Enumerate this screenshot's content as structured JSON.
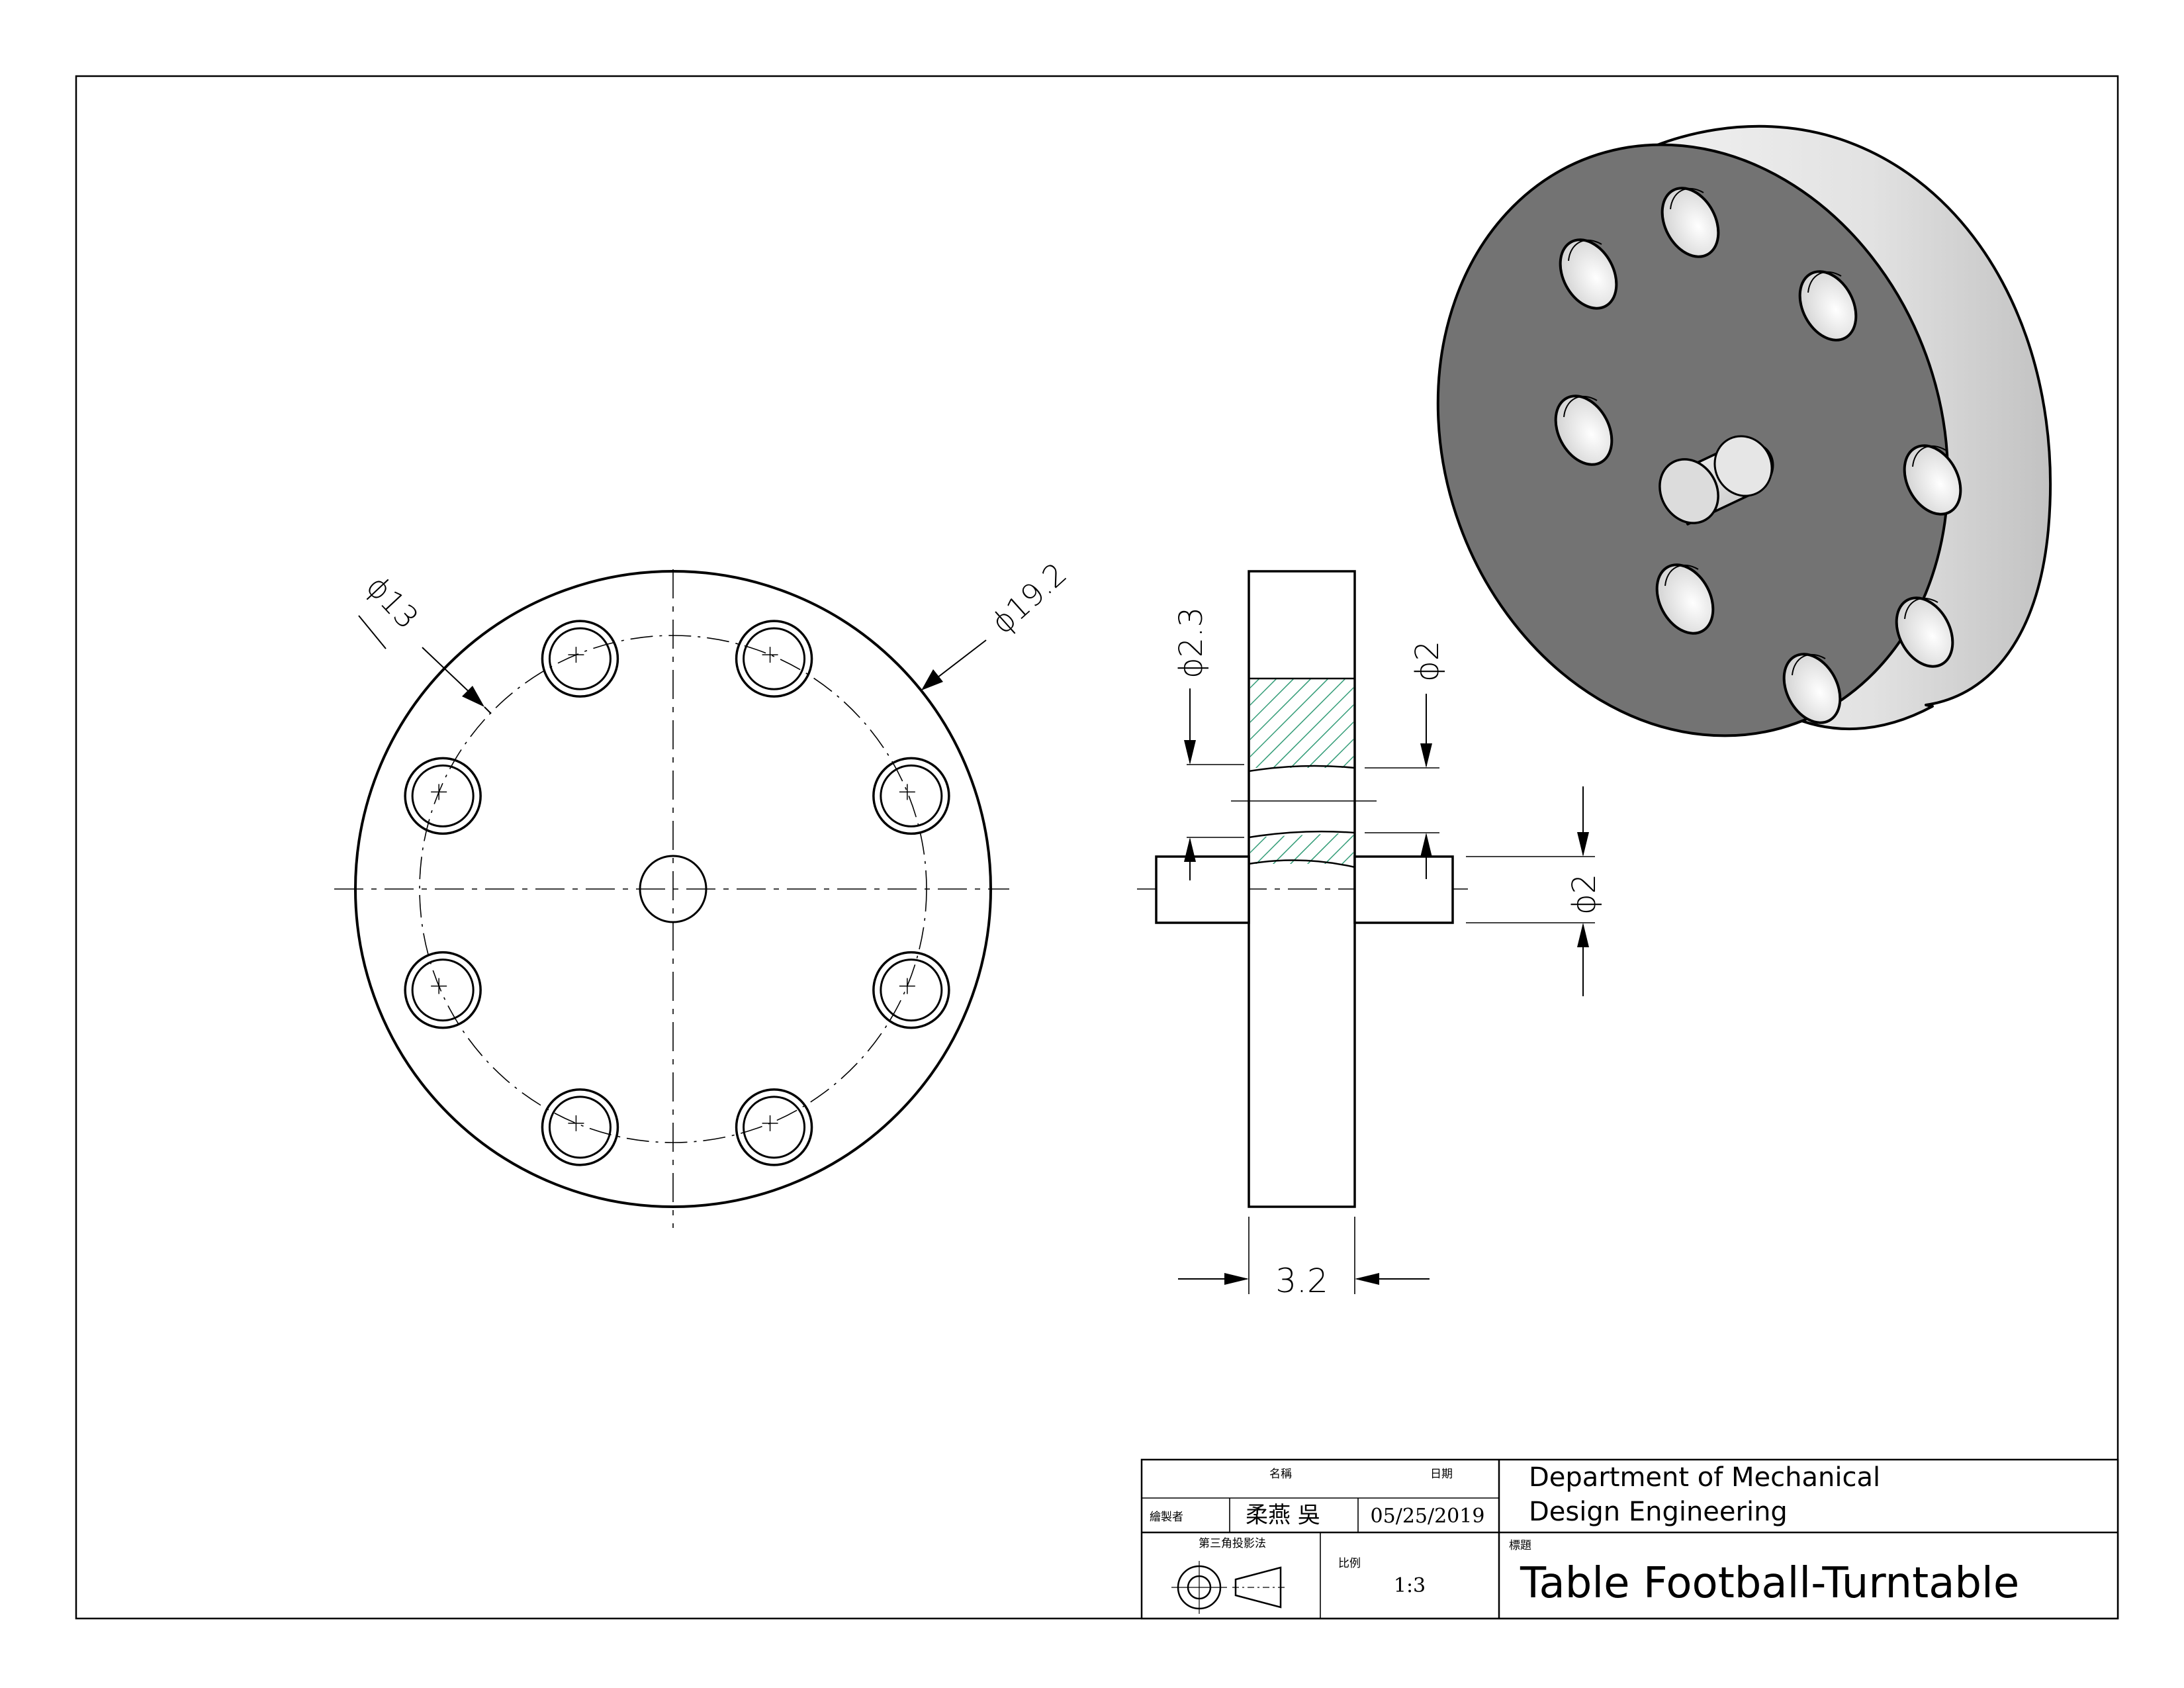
{
  "drawing": {
    "front_view": {
      "dim_bolt_circle": "ϕ13",
      "dim_outer": "ϕ19.2"
    },
    "side_view": {
      "dim_left_hole": "ϕ2.3",
      "dim_right_hole": "ϕ2",
      "dim_shaft": "ϕ2",
      "dim_thickness": "3.2"
    }
  },
  "title_block": {
    "header_name": "名稱",
    "header_date": "日期",
    "drawn_by_label": "繪製者",
    "drawn_by_name": "柔燕 吳",
    "date": "05/25/2019",
    "projection_label": "第三角投影法",
    "scale_label": "比例",
    "scale_value": "1:3",
    "title_label": "標題",
    "department_line1": "Department of Mechanical",
    "department_line2": "Design Engineering",
    "title": "Table Football-Turntable"
  },
  "colors": {
    "line": "#000000",
    "hatch": "#2e9a74",
    "iso_face": "#737373",
    "iso_rim": "#e0e0e0"
  }
}
